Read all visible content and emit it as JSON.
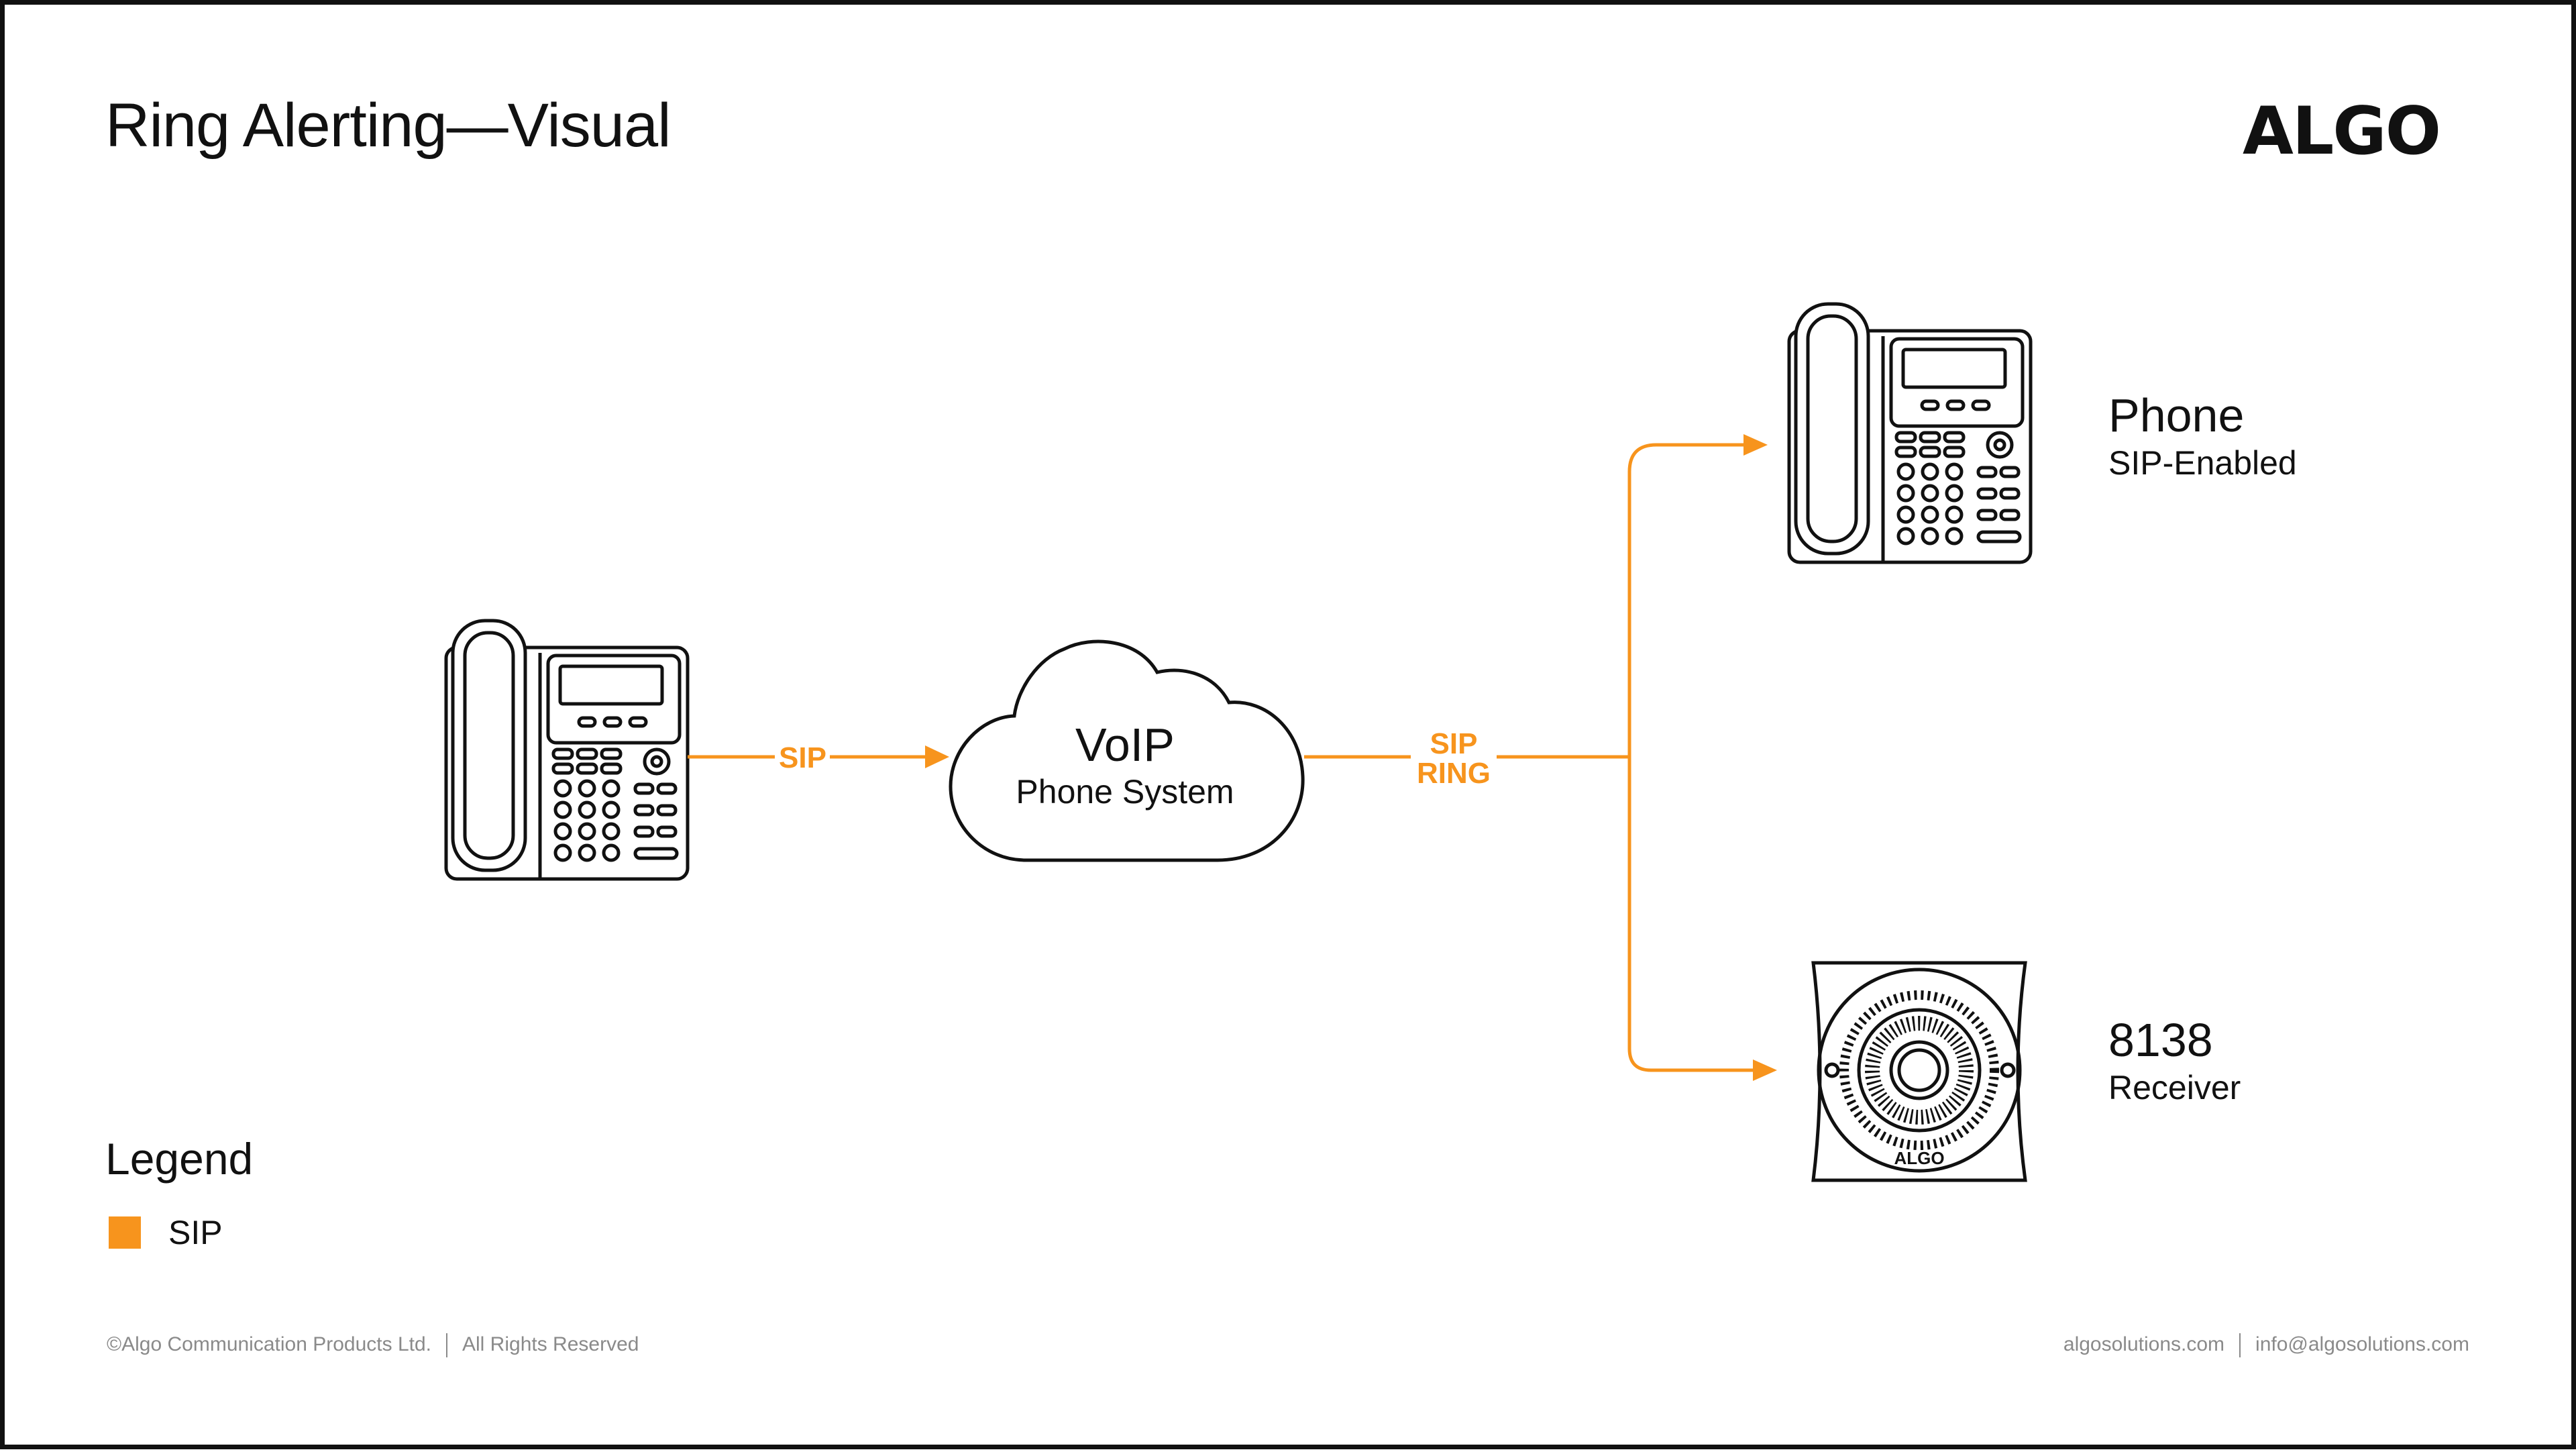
{
  "title": "Ring Alerting—Visual",
  "brand": {
    "logo_text": "ALGO",
    "accent_color": "#f7941d"
  },
  "diagram": {
    "source_device": {
      "icon": "desk-phone-icon"
    },
    "cloud": {
      "title": "VoIP",
      "subtitle": "Phone System"
    },
    "edge_sip_label": "SIP",
    "edge_sip_ring_label": [
      "SIP",
      "RING"
    ],
    "targets": [
      {
        "icon": "desk-phone-icon",
        "title": "Phone",
        "subtitle": "SIP-Enabled"
      },
      {
        "icon": "speaker-receiver-icon",
        "title": "8138",
        "subtitle": "Receiver",
        "device_brand": "ALGO"
      }
    ]
  },
  "legend": {
    "title": "Legend",
    "items": [
      {
        "label": "SIP",
        "color": "#f7941d"
      }
    ]
  },
  "footer": {
    "left": [
      "©Algo Communication Products Ltd.",
      "All Rights Reserved"
    ],
    "right": [
      "algosolutions.com",
      "info@algosolutions.com"
    ]
  }
}
